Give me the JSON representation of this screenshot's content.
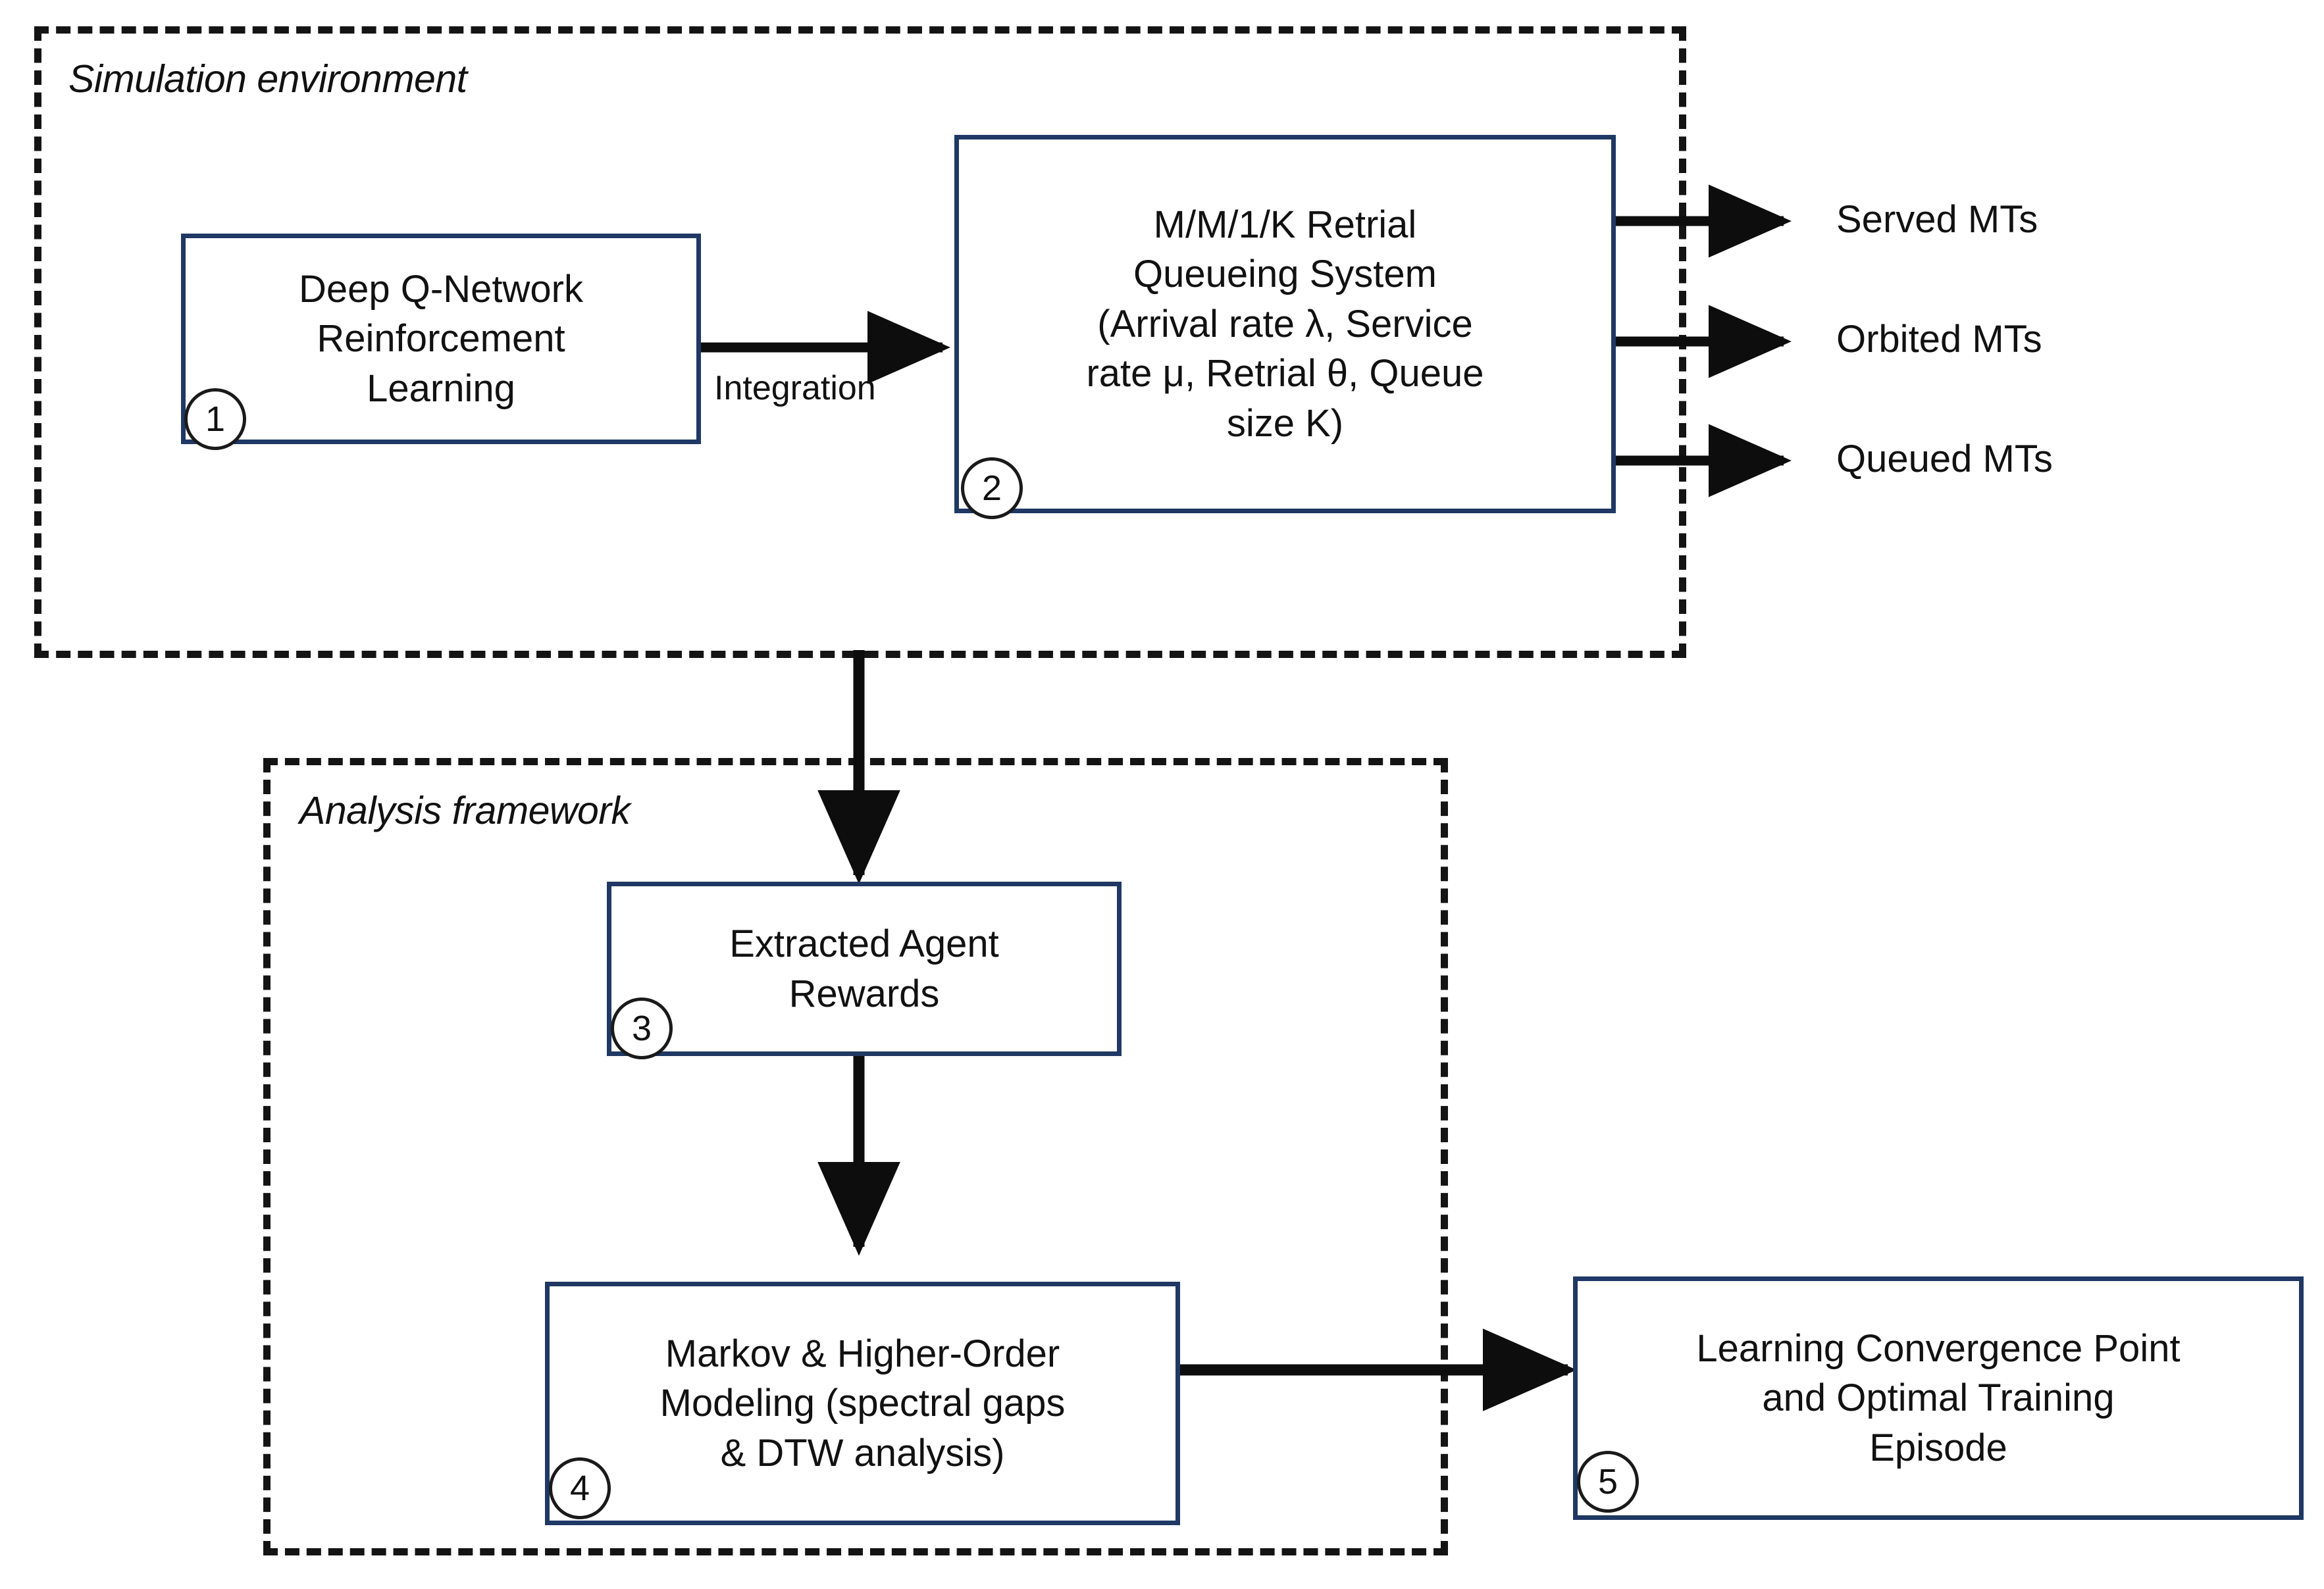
{
  "diagram": {
    "title_groups": [
      {
        "id": "simulation-environment",
        "label": "Simulation environment"
      },
      {
        "id": "analysis-framework",
        "label": "Analysis framework"
      }
    ],
    "nodes": [
      {
        "id": "dqn-rl",
        "badge": "1",
        "text": "Deep Q-Network\nReinforcement\nLearning"
      },
      {
        "id": "retrial-queue",
        "badge": "2",
        "text": "M/M/1/K Retrial\nQueueing System\n(Arrival rate λ, Service\nrate μ, Retrial θ, Queue\nsize K)"
      },
      {
        "id": "extracted-rewards",
        "badge": "3",
        "text": "Extracted Agent\nRewards"
      },
      {
        "id": "markov-modeling",
        "badge": "4",
        "text": "Markov & Higher-Order\nModeling (spectral gaps\n& DTW analysis)"
      },
      {
        "id": "convergence-point",
        "badge": "5",
        "text": "Learning Convergence Point\nand Optimal Training\nEpisode"
      }
    ],
    "edge_labels": [
      {
        "id": "integration",
        "text": "Integration"
      }
    ],
    "outputs": [
      {
        "id": "served-mts",
        "text": "Served MTs"
      },
      {
        "id": "orbited-mts",
        "text": "Orbited MTs"
      },
      {
        "id": "queued-mts",
        "text": "Queued MTs"
      }
    ],
    "colors": {
      "node_border": "#1F3864",
      "dashed_border": "#141414",
      "arrow": "#0d0d0d",
      "text": "#111111",
      "background": "#ffffff"
    }
  }
}
